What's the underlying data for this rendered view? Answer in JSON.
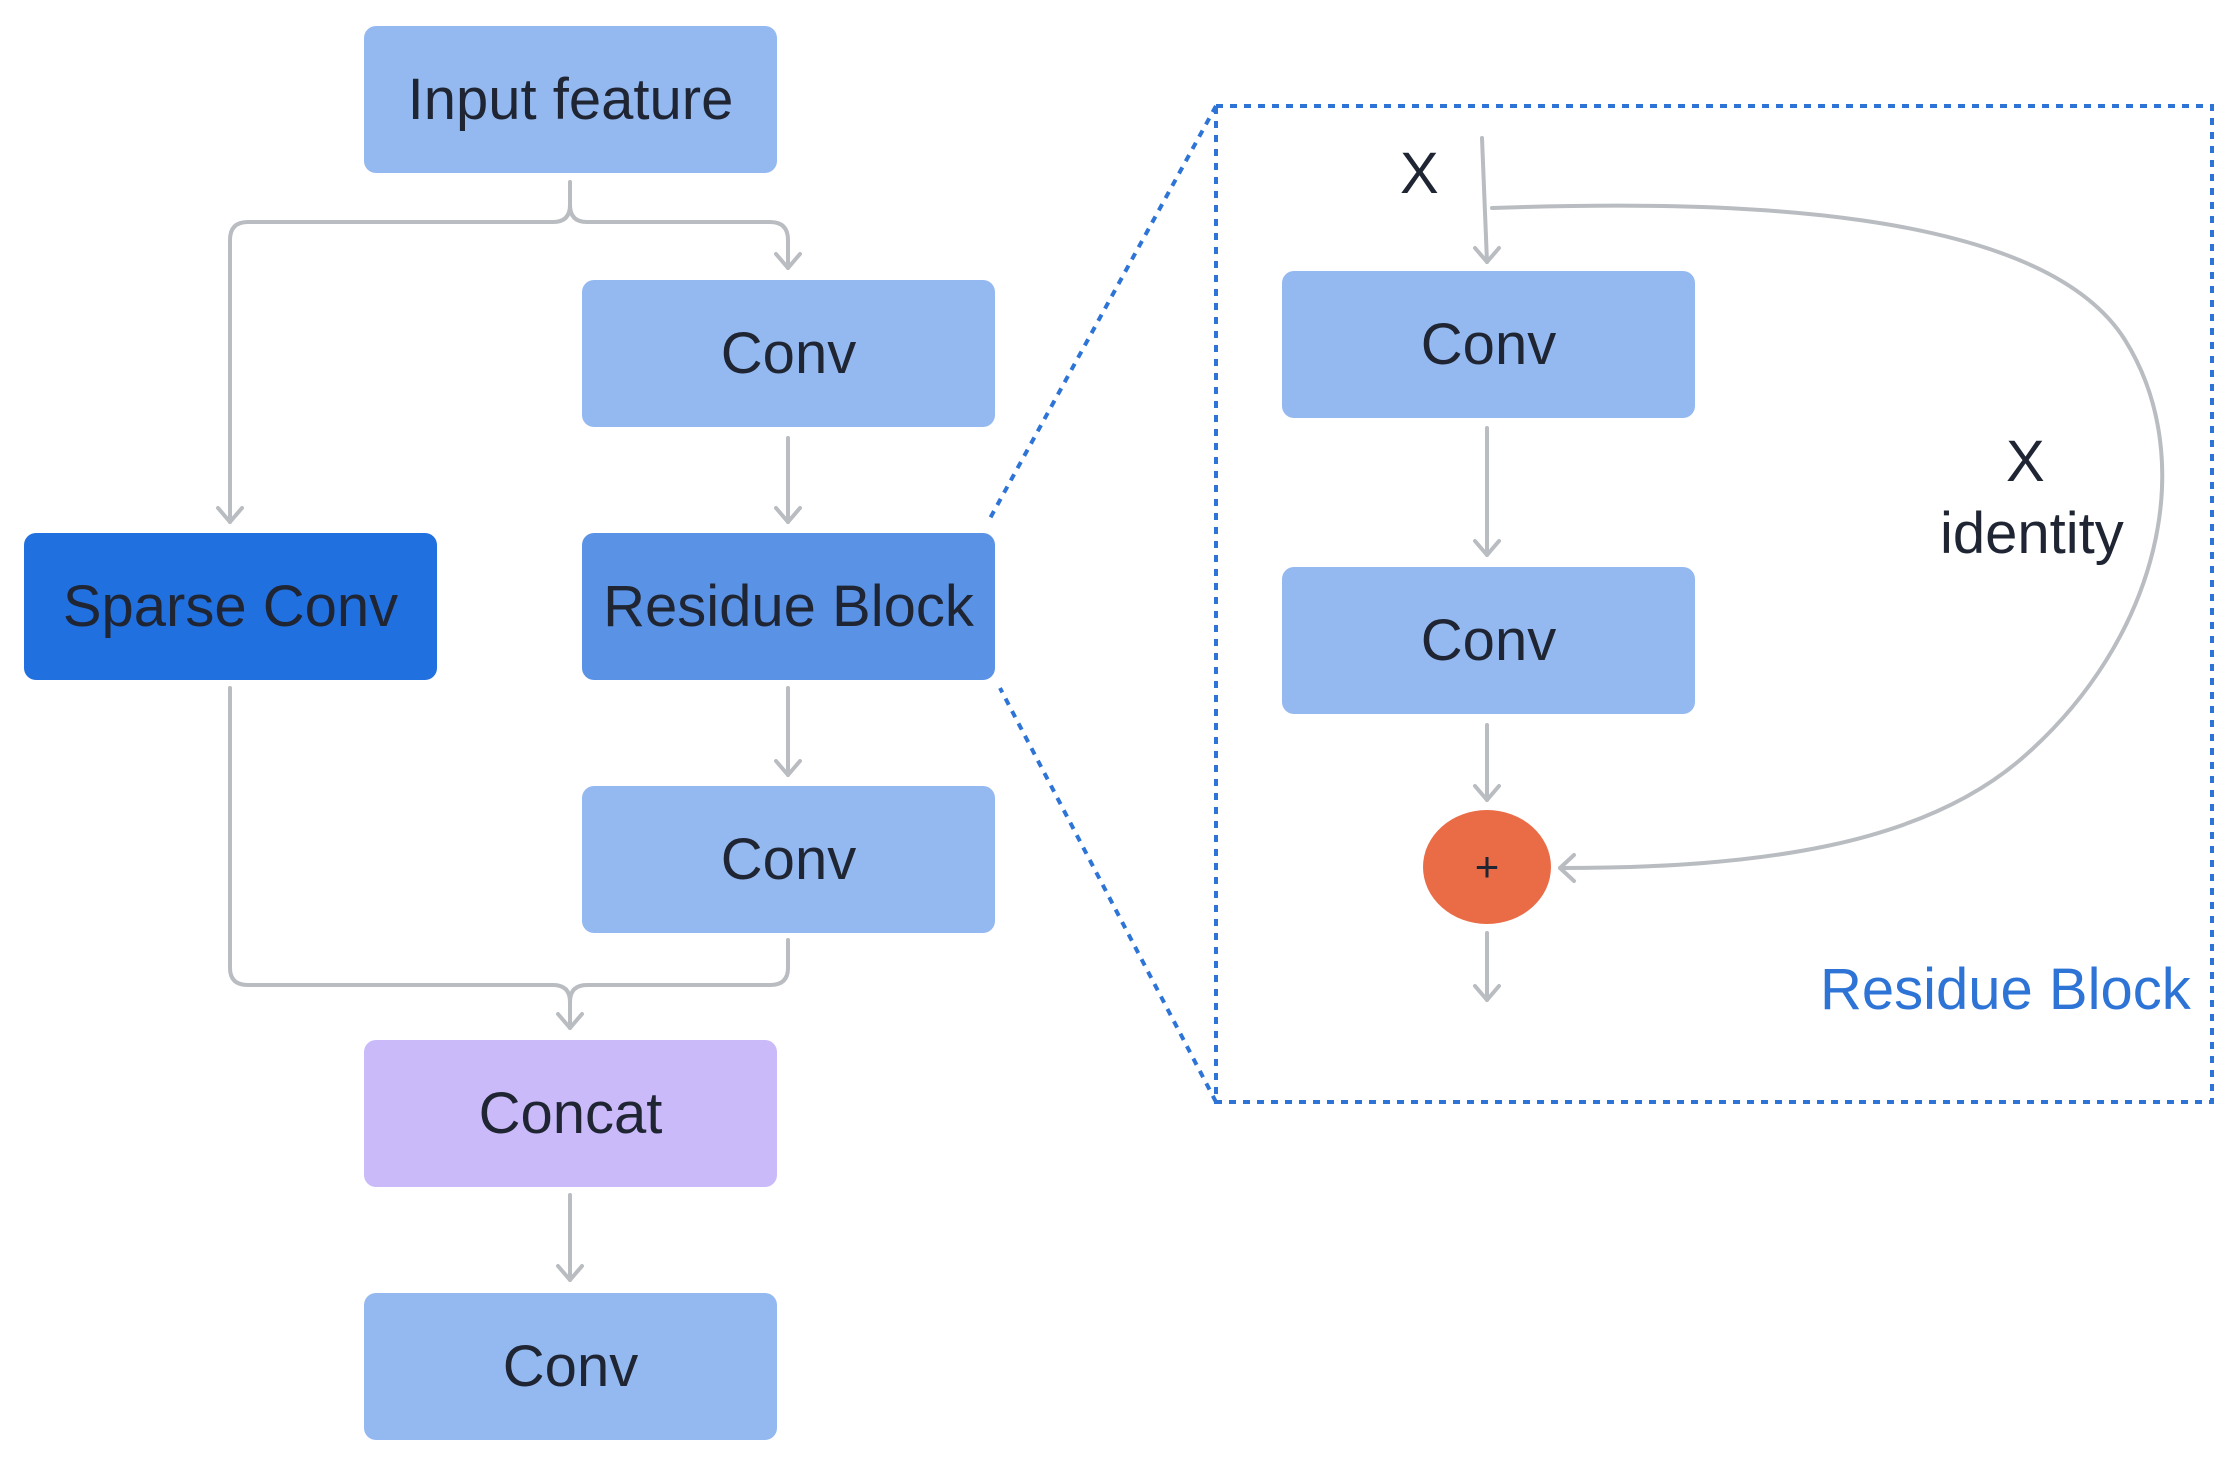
{
  "nodes": {
    "input": "Input feature",
    "conv_top": "Conv",
    "sparse_conv": "Sparse Conv",
    "residue_block": "Residue Block",
    "conv_mid": "Conv",
    "concat": "Concat",
    "conv_out": "Conv"
  },
  "detail": {
    "x_in": "X",
    "conv1": "Conv",
    "conv2": "Conv",
    "add": "+",
    "skip_x": "X",
    "skip_identity": "identity",
    "caption": "Residue Block"
  },
  "colors": {
    "light_box": "#94b9f1",
    "residue_box": "#5a93e6",
    "sparse_box": "#2170e0",
    "concat_box": "#cbbaf9",
    "add_node": "#ea6c47",
    "edge": "#b9bcc0",
    "dotted_frame": "#2d74d6"
  }
}
